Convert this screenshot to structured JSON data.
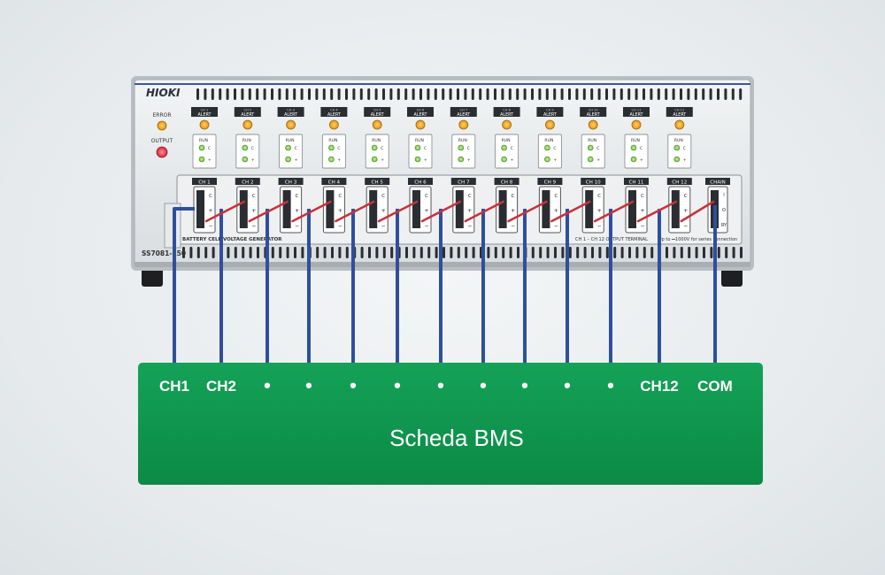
{
  "device": {
    "brand": "HIOKI",
    "model": "SS7081-150",
    "error_label": "ERROR",
    "output_label": "OUTPUT",
    "alert_label": "ALERT",
    "run_label": "RUN",
    "chain_label": "CHAIN",
    "module_label": "BATTERY CELL VOLTAGE GENERATOR",
    "terminal_note": "CH 1 – CH 12 OUTPUT TERMINAL",
    "chain_note": "Up to ⎓1000V for series connection",
    "terminal_marks": {
      "c": "C",
      "plus": "+",
      "minus": "−"
    },
    "chain_marks": [
      "I",
      "O",
      "RY"
    ],
    "channels": [
      "CH 1",
      "CH 2",
      "CH 3",
      "CH 4",
      "CH 5",
      "CH 6",
      "CH 7",
      "CH 8",
      "CH 9",
      "CH 10",
      "CH 11",
      "CH 12"
    ]
  },
  "board": {
    "title": "Scheda BMS",
    "labels": [
      "CH1",
      "CH2",
      "•",
      "•",
      "•",
      "•",
      "•",
      "•",
      "•",
      "•",
      "•",
      "CH12",
      "COM"
    ]
  },
  "colors": {
    "wire_blue": "#2f4f9c",
    "wire_red": "#c8323c",
    "board_green": "#0f9a4f",
    "led_amber": "#f3a21c",
    "led_red": "#e53a4e",
    "led_green": "#8ed35a"
  }
}
